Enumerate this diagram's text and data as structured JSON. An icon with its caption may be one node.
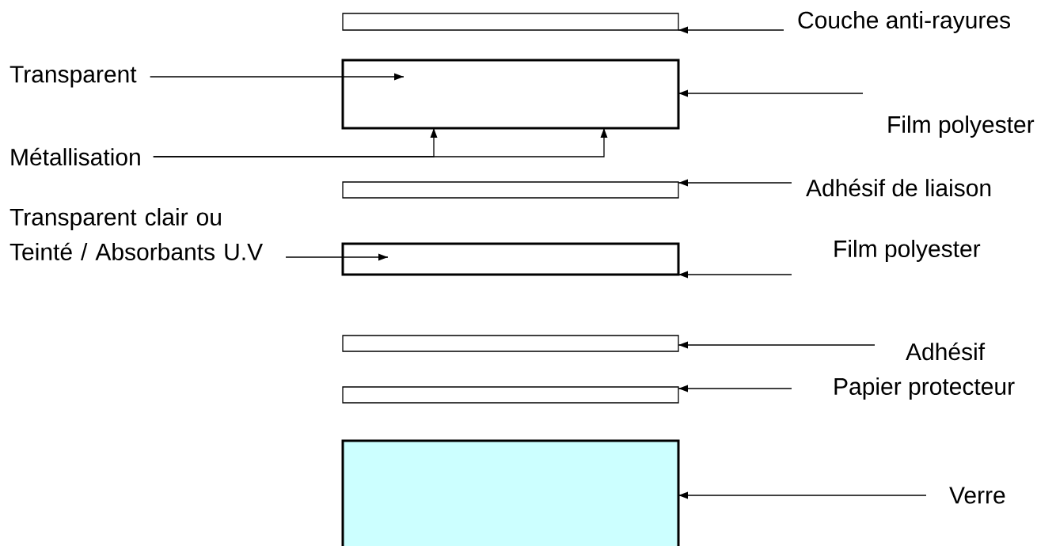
{
  "diagram": {
    "nodes": [
      {
        "text": [],
        "shape": "box"
      },
      {
        "text": [
          "Couche anti-rayures"
        ]
      },
      {
        "text": [
          "Transparent"
        ]
      },
      {
        "text": [],
        "shape": "box"
      },
      {
        "text": [
          "Film polyester"
        ]
      },
      {
        "text": [
          "Métallisation"
        ]
      },
      {
        "text": [],
        "shape": "box"
      },
      {
        "text": [
          "Adhésif de liaison"
        ]
      },
      {
        "text": [
          "Transparent clair ou Teinté / Absorbants U.V"
        ]
      },
      {
        "text": [],
        "shape": "box"
      },
      {
        "text": [
          "Film polyester"
        ]
      },
      {
        "text": [],
        "shape": "box"
      },
      {
        "text": [
          "Adhésif"
        ]
      },
      {
        "text": [],
        "shape": "box"
      },
      {
        "text": [
          "Papier protecteur"
        ]
      },
      {
        "text": [],
        "shape": "box"
      },
      {
        "text": [
          "Verre"
        ]
      }
    ],
    "edges": [
      {
        "from": 1,
        "to": 0,
        "arrow": "to"
      },
      {
        "from": 2,
        "to": 3,
        "arrow": "to"
      },
      {
        "from": 5,
        "to": 3,
        "arrow": "to"
      },
      {
        "from": 5,
        "to": 3,
        "arrow": "to"
      },
      {
        "from": 4,
        "to": 3,
        "arrow": "to"
      },
      {
        "from": 7,
        "to": 6,
        "arrow": "to"
      },
      {
        "from": 8,
        "to": 9,
        "arrow": "to"
      },
      {
        "from": 10,
        "to": 9,
        "arrow": "to"
      },
      {
        "from": 12,
        "to": 11,
        "arrow": "to"
      },
      {
        "from": 14,
        "to": 13,
        "arrow": "to"
      },
      {
        "from": 16,
        "to": 15,
        "arrow": "to"
      }
    ]
  }
}
